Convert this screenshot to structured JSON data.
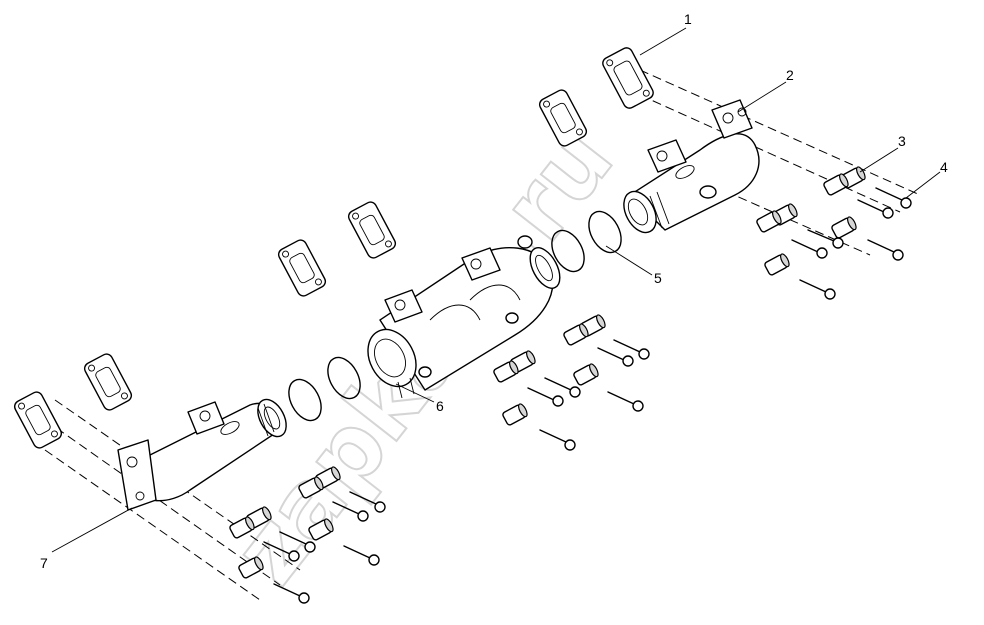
{
  "diagram": {
    "callouts": [
      {
        "id": "1",
        "label": "1"
      },
      {
        "id": "2",
        "label": "2"
      },
      {
        "id": "3",
        "label": "3"
      },
      {
        "id": "4",
        "label": "4"
      },
      {
        "id": "5",
        "label": "5"
      },
      {
        "id": "6",
        "label": "6"
      },
      {
        "id": "7",
        "label": "7"
      }
    ],
    "watermark": "zapkam.ru"
  }
}
